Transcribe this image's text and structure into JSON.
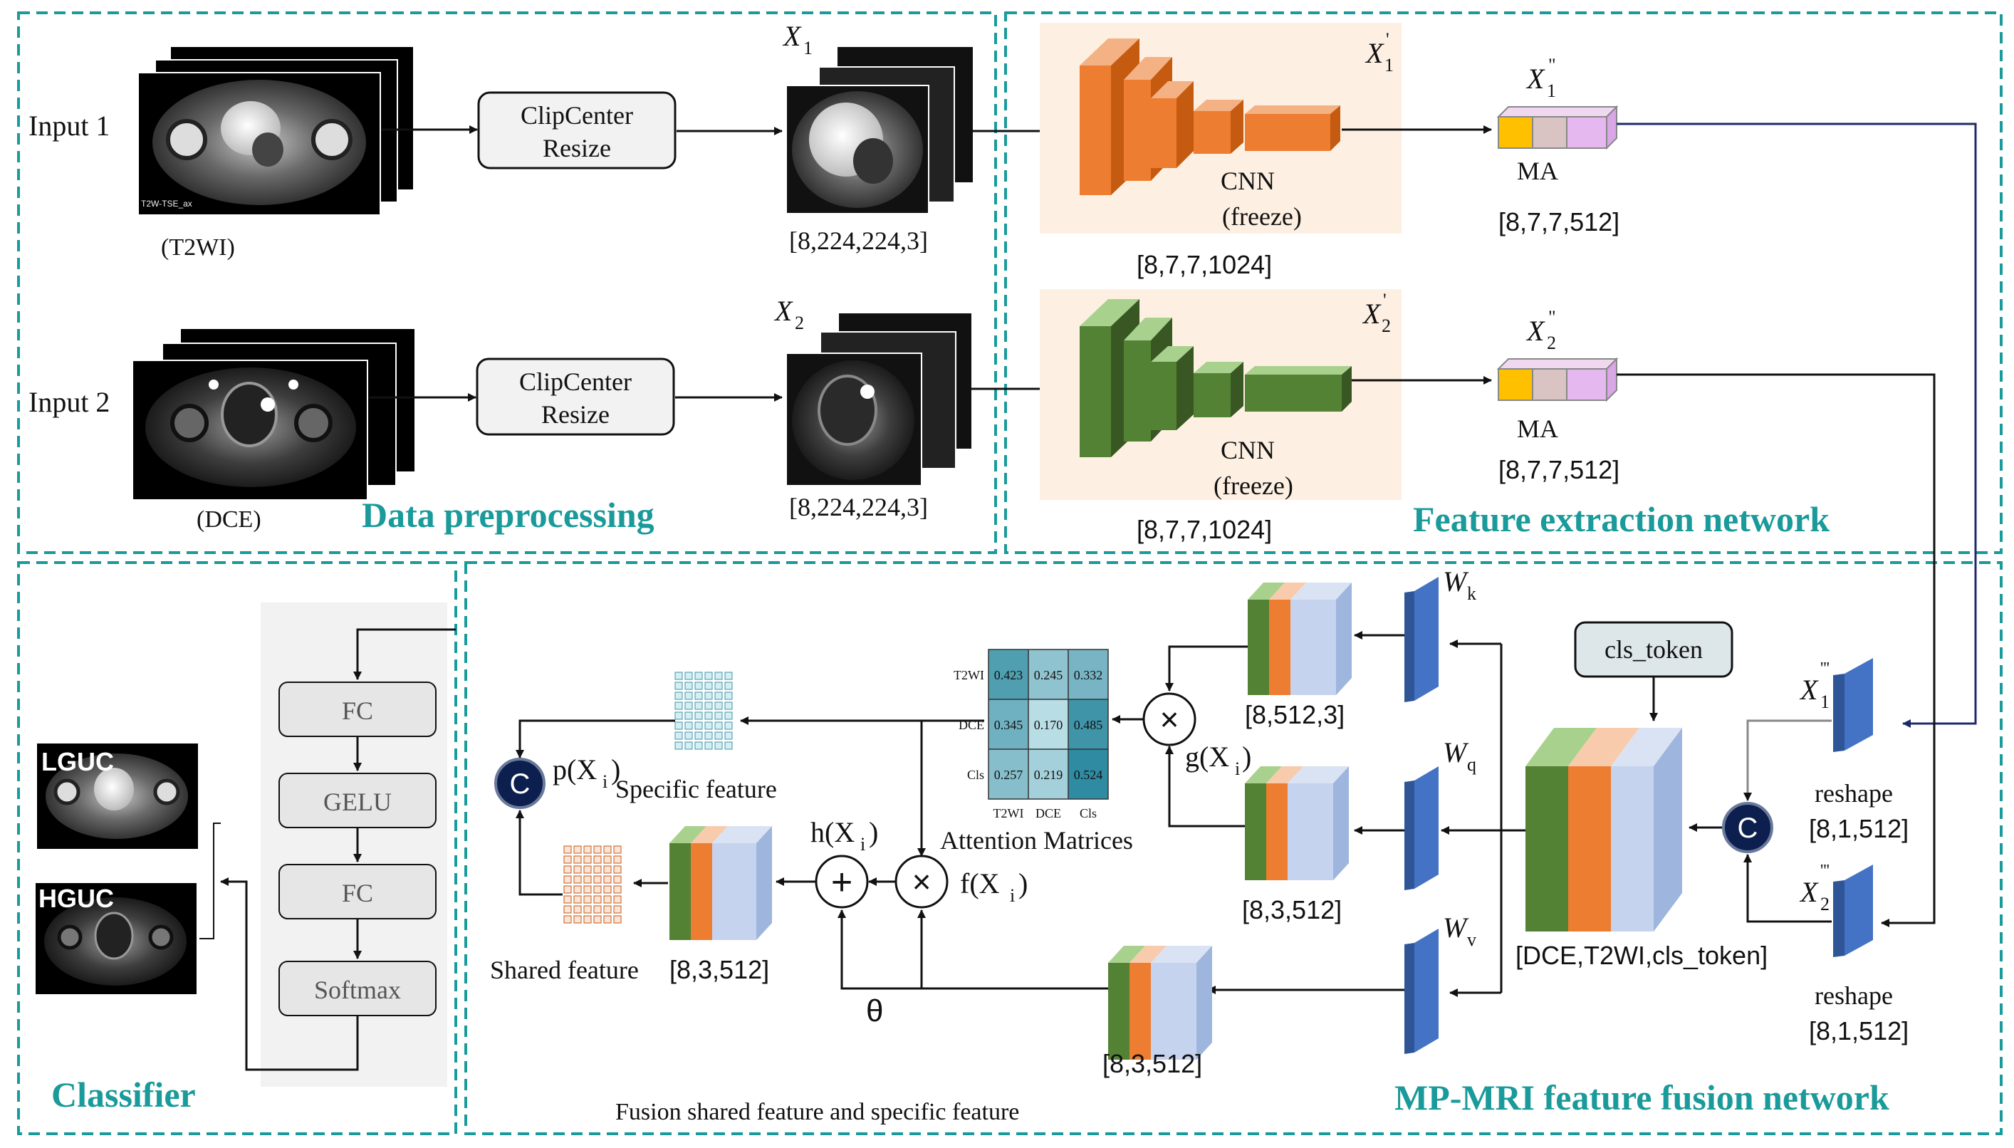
{
  "sections": {
    "preprocessing": "Data preprocessing",
    "extraction": "Feature extraction network",
    "classifier": "Classifier",
    "fusion": "MP-MRI feature fusion network",
    "fusion_caption": "Fusion shared feature and specific feature"
  },
  "inputs": {
    "input1": "Input 1",
    "input2": "Input 2",
    "modality1": "(T2WI)",
    "modality2": "(DCE)",
    "scan_text": "T2W-TSE_ax"
  },
  "preprocess": {
    "box1_line1": "ClipCenter",
    "box1_line2": "Resize",
    "box2_line1": "ClipCenter",
    "box2_line2": "Resize",
    "x1": "X",
    "x1_sub": "1",
    "x2": "X",
    "x2_sub": "2",
    "shape1": "[8,224,224,3]",
    "shape2": "[8,224,224,3]"
  },
  "extraction": {
    "cnn1_line1": "CNN",
    "cnn1_line2": "(freeze)",
    "cnn2_line1": "CNN",
    "cnn2_line2": "(freeze)",
    "cnn_shape1": "[8,7,7,1024]",
    "cnn_shape2": "[8,7,7,1024]",
    "x1p": "X",
    "x1p_sub": "1",
    "x1p_sup": "'",
    "x2p": "X",
    "x2p_sub": "2",
    "x2p_sup": "'",
    "x1pp": "X",
    "x1pp_sub": "1",
    "x1pp_sup": "\"",
    "x2pp": "X",
    "x2pp_sub": "2",
    "x2pp_sup": "\"",
    "ma1": "MA",
    "ma2": "MA",
    "ma_shape1": "[8,7,7,512]",
    "ma_shape2": "[8,7,7,512]"
  },
  "classifier": {
    "layers": [
      "FC",
      "GELU",
      "FC",
      "Softmax"
    ],
    "out1": "LGUC",
    "out2": "HGUC"
  },
  "fusion": {
    "reshape1": "reshape",
    "reshape2": "reshape",
    "reshape_shape1": "[8,1,512]",
    "reshape_shape2": "[8,1,512]",
    "x1ppp": "X",
    "x1ppp_sub": "1",
    "x1ppp_sup": "'''",
    "x2ppp": "X",
    "x2ppp_sub": "2",
    "x2ppp_sup": "'''",
    "cls_token": "cls_token",
    "concat_label": "[DCE,T2WI,cls_token]",
    "concat_symbol": "C",
    "wk": "W",
    "wk_sub": "k",
    "wq": "W",
    "wq_sub": "q",
    "wv": "W",
    "wv_sub": "v",
    "k_shape": "[8,512,3]",
    "q_shape": "[8,3,512]",
    "v_shape": "[8,3,512]",
    "shared_shape": "[8,3,512]",
    "g": "g(X",
    "g_sub": "i",
    "g_close": ")",
    "f": "f(X",
    "f_sub": "i",
    "f_close": ")",
    "h": "h(X",
    "h_sub": "i",
    "h_close": ")",
    "p": "p(X",
    "p_sub": "i",
    "p_close": ")",
    "theta": "θ",
    "attention_label": "Attention  Matrices",
    "specific_label": "Specific feature",
    "shared_label": "Shared feature",
    "times": "×",
    "plus": "+"
  },
  "attention": {
    "rows": [
      "T2WI",
      "DCE",
      "Cls"
    ],
    "cols": [
      "T2WI",
      "DCE",
      "Cls"
    ],
    "values": [
      [
        "0.423",
        "0.245",
        "0.332"
      ],
      [
        "0.345",
        "0.170",
        "0.485"
      ],
      [
        "0.257",
        "0.219",
        "0.524"
      ]
    ]
  },
  "colors": {
    "border": "#1a9a9a",
    "title": "#1a9a9a",
    "orange": "#ed7d31",
    "green": "#548235",
    "blue": "#4472c4",
    "lightblue": "#b4c7e7",
    "peach": "#fdf0e3",
    "navy": "#0d1f4f"
  }
}
